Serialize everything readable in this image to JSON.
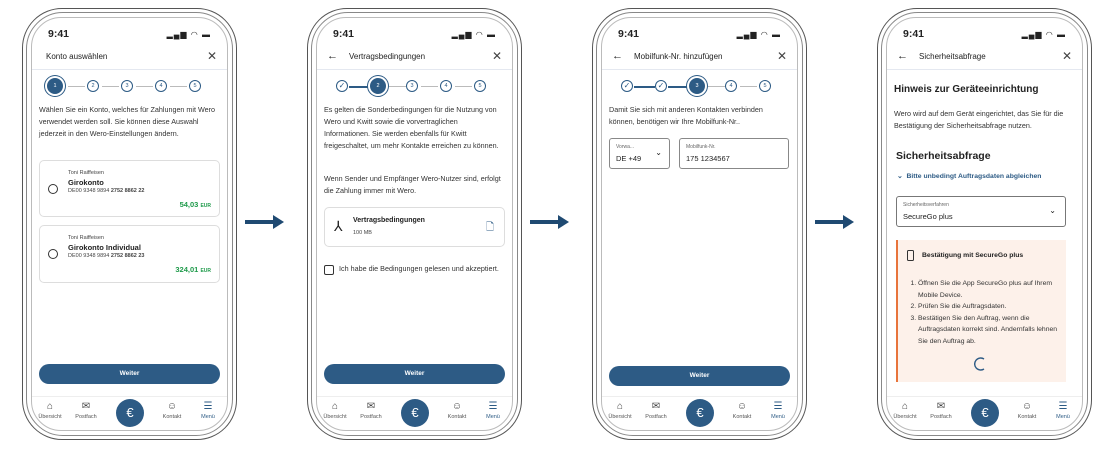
{
  "status": {
    "time": "9:41"
  },
  "nav": {
    "items": [
      "Übersicht",
      "Postfach",
      "Kontakt",
      "Menü"
    ]
  },
  "colors": {
    "primary": "#2d5b85",
    "amount": "#1e9a4a",
    "warning_bg": "#fdf1ea",
    "warning_border": "#e8743b"
  },
  "screen1": {
    "title": "Konto auswählen",
    "steps": [
      "1",
      "2",
      "3",
      "4",
      "5"
    ],
    "text": "Wählen Sie ein Konto, welches für Zahlungen mit Wero verwendet werden soll. Sie können diese Auswahl jederzeit in den Wero-Einstellungen ändern.",
    "accounts": [
      {
        "owner": "Toni Raiffeisen",
        "name": "Girokonto",
        "iban_prefix": "DE00 9348 9894",
        "iban_suffix": "2752 8862 22",
        "amount": "54,03",
        "currency": "EUR"
      },
      {
        "owner": "Toni Raiffeisen",
        "name": "Girokonto Individual",
        "iban_prefix": "DE00 9348 9894",
        "iban_suffix": "2752 8862 23",
        "amount": "324,01",
        "currency": "EUR"
      }
    ],
    "button": "Weiter"
  },
  "screen2": {
    "title": "Vertragsbedingungen",
    "steps": [
      "2",
      "3",
      "4",
      "5"
    ],
    "text1": "Es gelten die Sonderbedingungen für die Nutzung von Wero und Kwitt sowie die vorvertraglichen Informationen. Sie werden ebenfalls für Kwitt freigeschaltet, um mehr Kontakte erreichen zu können.",
    "text2": "Wenn Sender und Empfänger Wero-Nutzer sind, erfolgt die Zahlung immer mit Wero.",
    "doc_title": "Vertragsbedingungen",
    "doc_size": "100 MB",
    "checkbox": "Ich habe die Bedingungen gelesen und akzeptiert.",
    "button": "Weiter"
  },
  "screen3": {
    "title": "Mobilfunk-Nr. hinzufügen",
    "steps": [
      "3",
      "4",
      "5"
    ],
    "text": "Damit Sie sich mit anderen Kontakten verbinden können, benötigen wir Ihre Mobilfunk-Nr..",
    "prefix_label": "Vorwa...",
    "prefix_value": "DE +49",
    "number_label": "Mobilfunk-Nr.",
    "number_value": "175 1234567",
    "button": "Weiter"
  },
  "screen4": {
    "title": "Sicherheitsabfrage",
    "heading": "Hinweis zur Geräteeinrichtung",
    "text": "Wero wird auf dem Gerät eingerichtet, das Sie für die Bestätigung der Sicherheitsabfrage nutzen.",
    "section": "Sicherheitsabfrage",
    "link": "Bitte unbedingt Auftragsdaten abgleichen",
    "select_label": "Sicherheitsverfahren",
    "select_value": "SecureGo plus",
    "box_title": "Bestätigung mit SecureGo plus",
    "steps_list": [
      "Öffnen Sie die App SecureGo plus auf Ihrem Mobile Device.",
      "Prüfen Sie die Auftragsdaten.",
      "Bestätigen Sie den Auftrag, wenn die Auftragsdaten korrekt sind. Andernfalls lehnen Sie den Auftrag ab."
    ]
  }
}
